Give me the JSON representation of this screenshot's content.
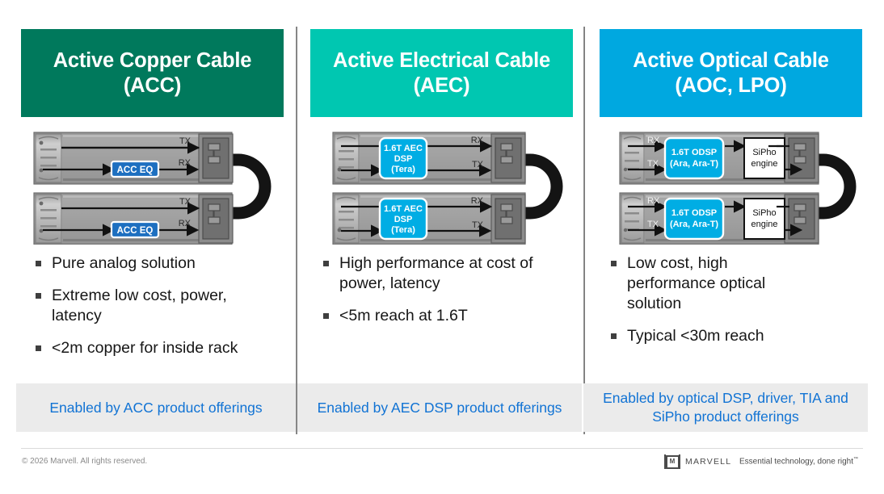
{
  "slide": {
    "columns": [
      {
        "id": "acc",
        "header_line1": "Active Copper Cable",
        "header_line2": "(ACC)",
        "header_color": "#00795c",
        "diagram": {
          "chip_label_lines": [
            "ACC EQ"
          ],
          "chip_color": "#1d6fc0",
          "arrow_labels": [
            "TX",
            "RX"
          ],
          "has_sipho": false,
          "modules": 2
        },
        "bullets": [
          "Pure analog solution",
          "Extreme low cost, power, latency",
          "<2m copper for inside rack"
        ],
        "band_text": "Enabled by ACC product offerings"
      },
      {
        "id": "aec",
        "header_line1": "Active Electrical Cable",
        "header_line2": "(AEC)",
        "header_color": "#00c7b1",
        "diagram": {
          "chip_label_lines": [
            "1.6T AEC",
            "DSP",
            "(Tera)"
          ],
          "chip_color": "#00ade4",
          "arrow_labels": [
            "RX",
            "TX"
          ],
          "has_sipho": false,
          "modules": 2
        },
        "bullets": [
          "High performance at cost of power, latency",
          "<5m reach at 1.6T"
        ],
        "band_text": "Enabled by AEC DSP product offerings"
      },
      {
        "id": "aoc",
        "header_line1": "Active Optical Cable",
        "header_line2": "(AOC, LPO)",
        "header_color": "#00a8e0",
        "diagram": {
          "chip_label_lines": [
            "1.6T ODSP",
            "(Ara, Ara-T)"
          ],
          "chip_color": "#00ade4",
          "arrow_labels": [
            "RX",
            "TX"
          ],
          "sipho_label_lines": [
            "SiPho",
            "engine"
          ],
          "has_sipho": true,
          "modules": 2
        },
        "bullets": [
          "Low cost, high performance optical solution",
          "Typical <30m reach"
        ],
        "band_text": "Enabled by optical DSP, driver, TIA and SiPho product offerings"
      }
    ]
  },
  "footer": {
    "copyright": "© 2026 Marvell. All rights reserved.",
    "logo_letter": "M",
    "wordmark": "MARVELL",
    "tagline": "Essential technology, done right",
    "tagline_tm": "™"
  },
  "colors": {
    "band_text": "#1173d4",
    "band_bg": "#ebebeb",
    "bullet_square": "#3f3f3f"
  }
}
